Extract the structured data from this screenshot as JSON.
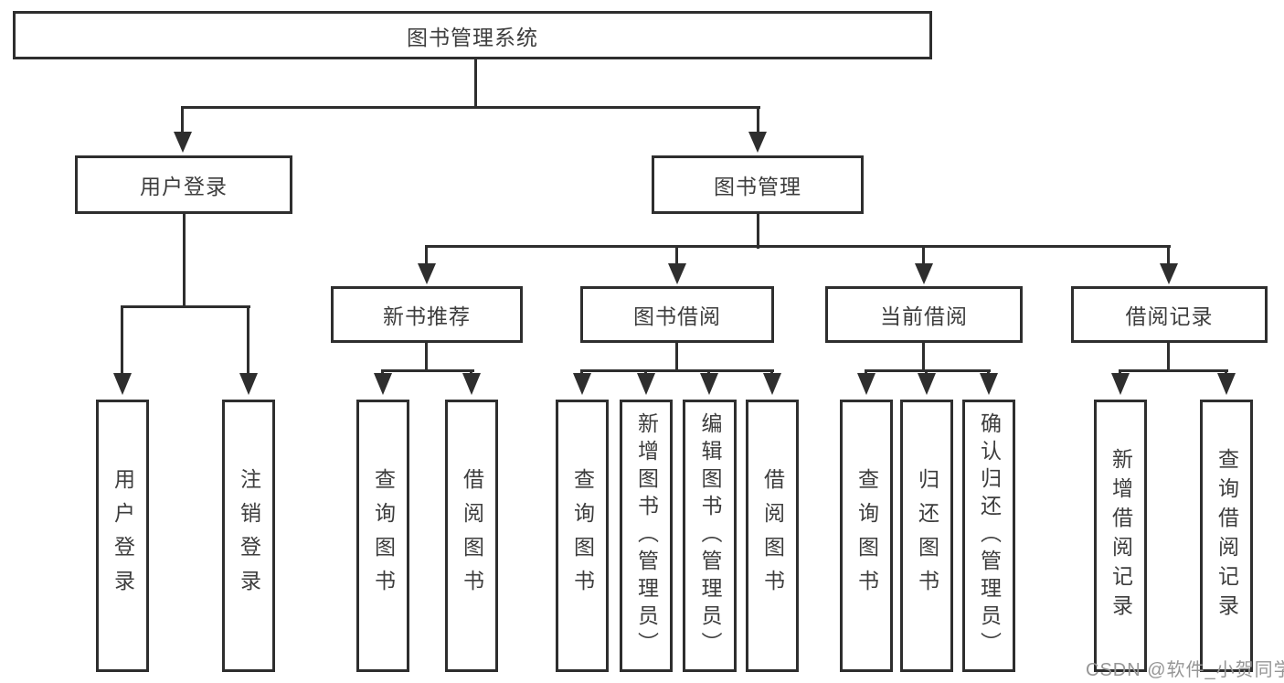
{
  "tree": {
    "root": "图书管理系统",
    "branches": [
      {
        "label": "用户登录",
        "leaves": [
          "用户登录",
          "注销登录"
        ]
      },
      {
        "label": "图书管理",
        "groups": [
          {
            "label": "新书推荐",
            "leaves": [
              "查询图书",
              "借阅图书"
            ]
          },
          {
            "label": "图书借阅",
            "leaves": [
              "查询图书",
              "新增图书（管理员）",
              "编辑图书（管理员）",
              "借阅图书"
            ]
          },
          {
            "label": "当前借阅",
            "leaves": [
              "查询图书",
              "归还图书",
              "确认归还（管理员）"
            ]
          },
          {
            "label": "借阅记录",
            "leaves": [
              "新增借阅记录",
              "查询借阅记录"
            ]
          }
        ]
      }
    ]
  },
  "watermark": "CSDN @软件_小贺同学",
  "colors": {
    "line": "#2e2e2e",
    "text": "#3d3d3d",
    "watermark": "#969696",
    "background": "#ffffff"
  }
}
